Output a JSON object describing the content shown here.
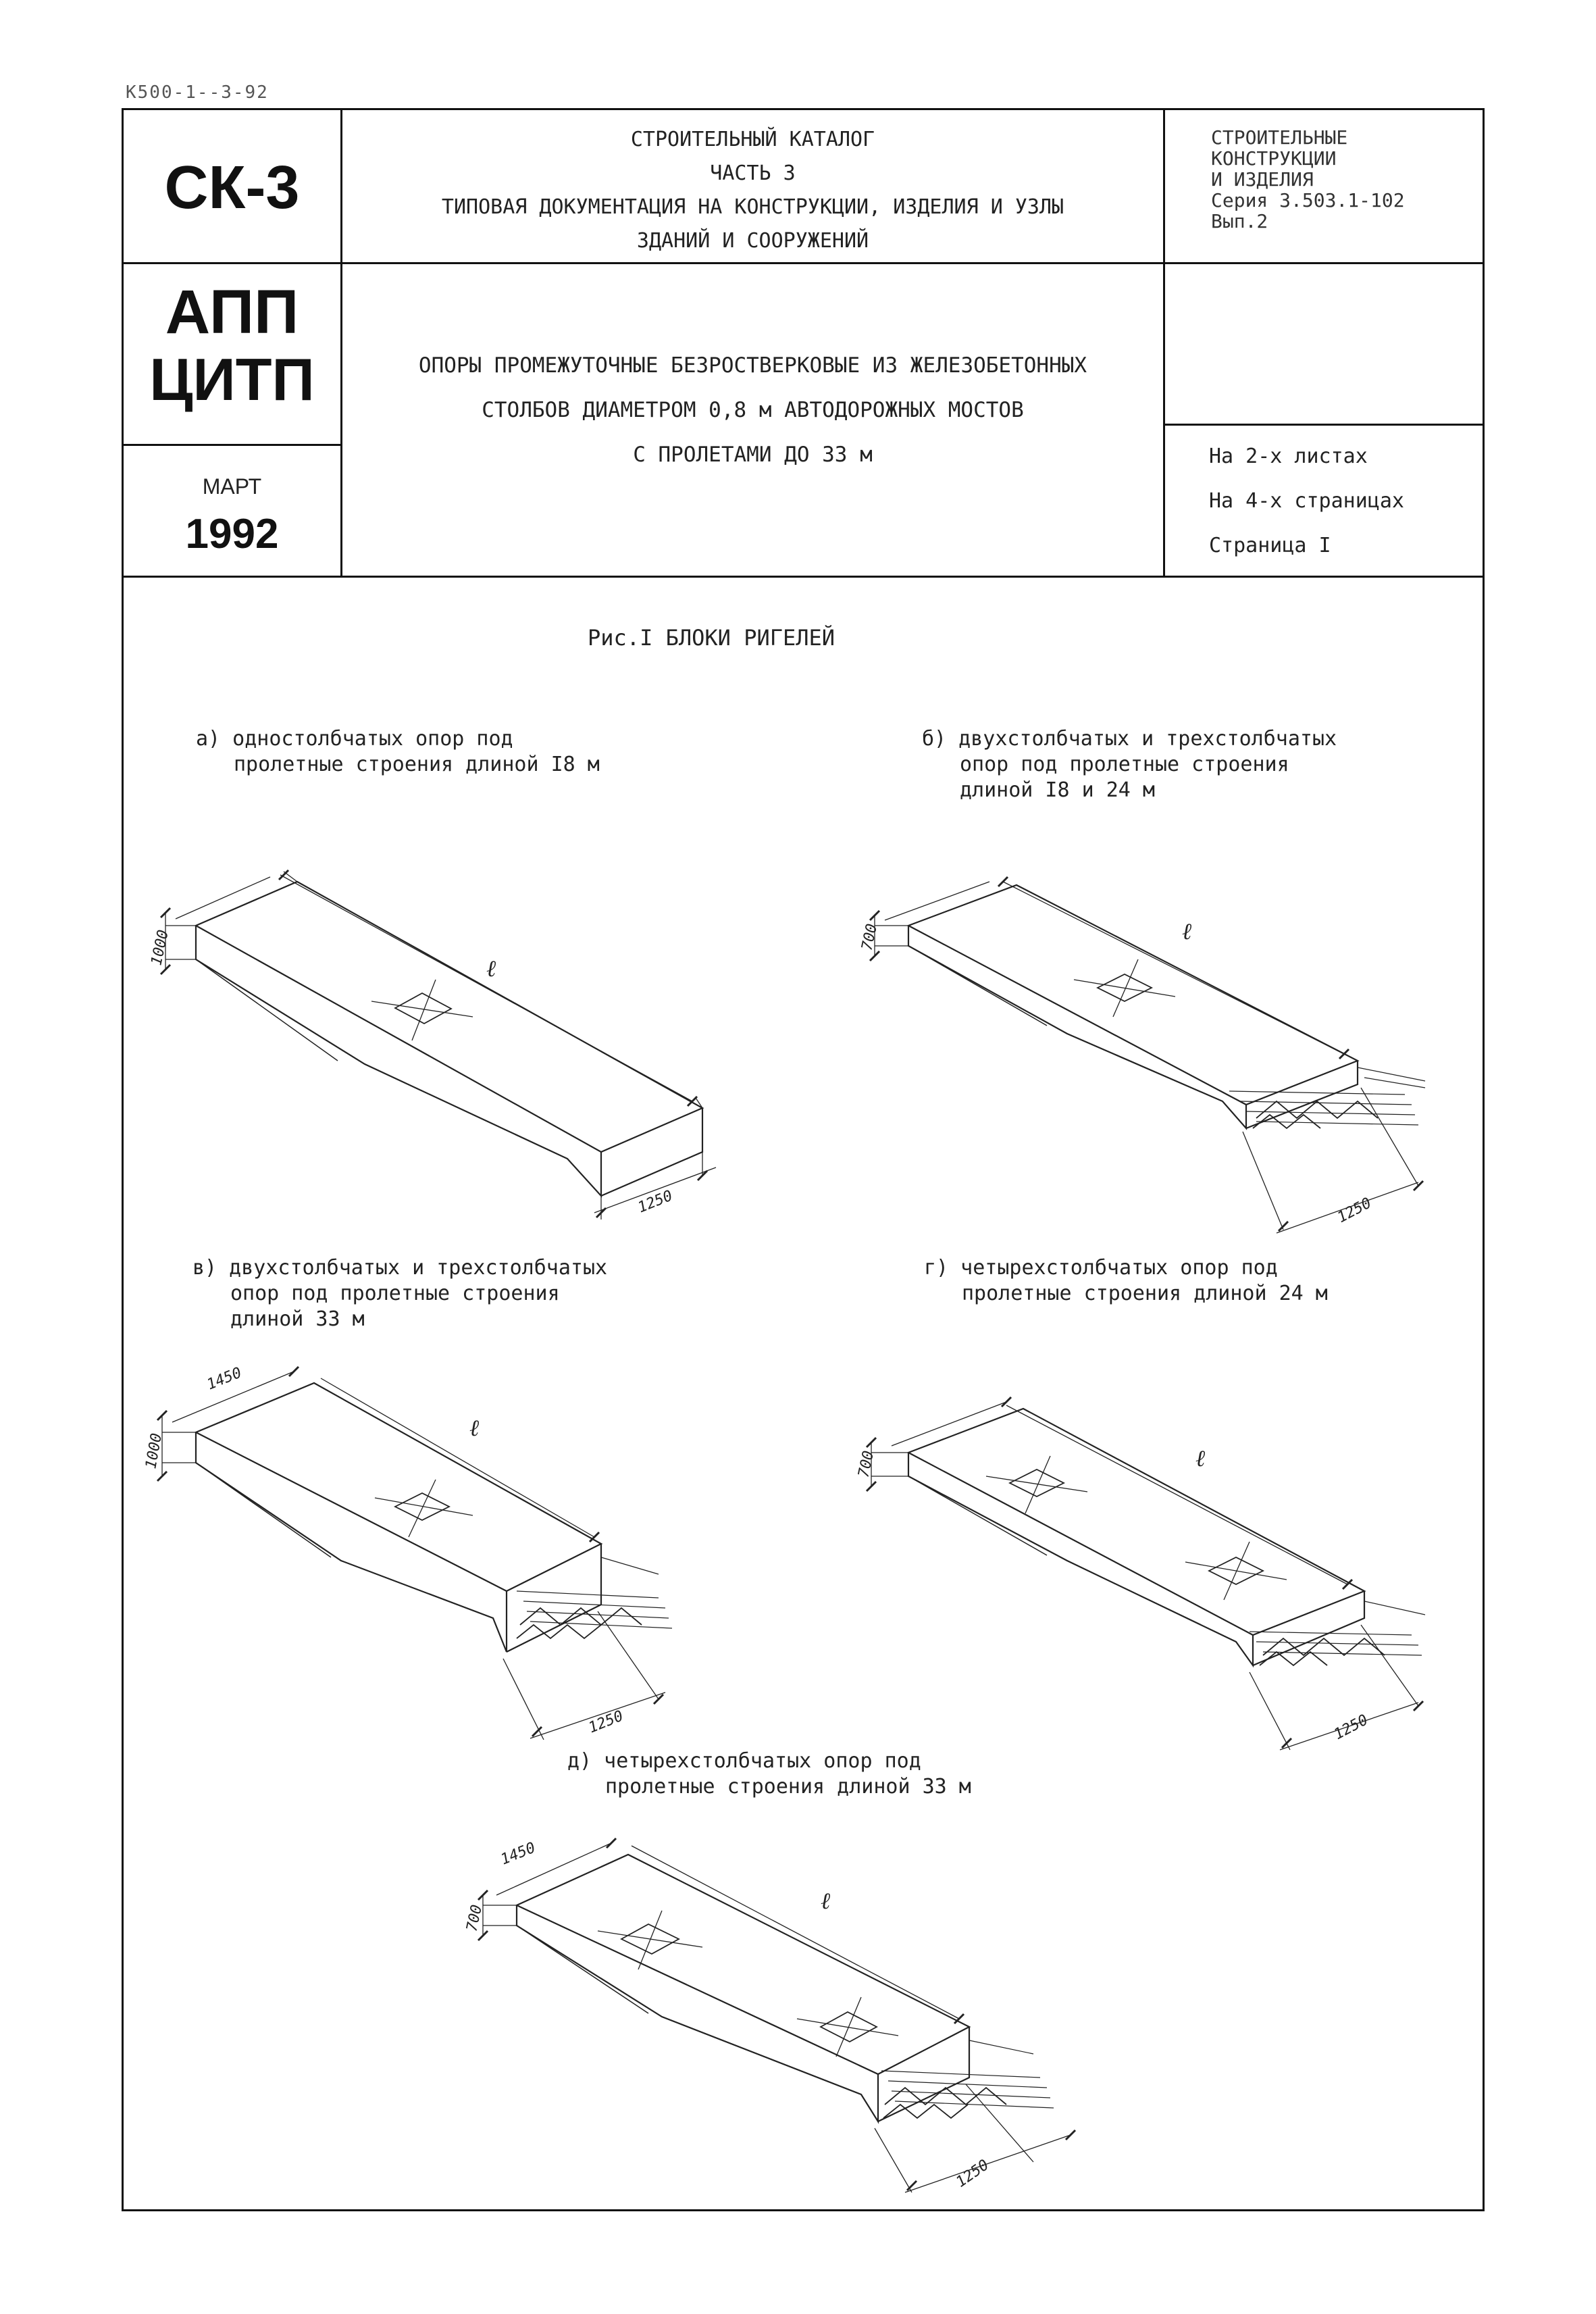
{
  "doc_code": "К500-1--3-92",
  "left": {
    "sk": "СК-3",
    "app": "АПП",
    "citp": "ЦИТП",
    "month": "МАРТ",
    "year": "1992"
  },
  "header": {
    "catalog_lines": [
      "СТРОИТЕЛЬНЫЙ КАТАЛОГ",
      "ЧАСТЬ 3",
      "ТИПОВАЯ ДОКУМЕНТАЦИЯ НА КОНСТРУКЦИИ, ИЗДЕЛИЯ И УЗЛЫ",
      "ЗДАНИЙ И СООРУЖЕНИЙ"
    ],
    "series_lines": [
      "СТРОИТЕЛЬНЫЕ",
      "КОНСТРУКЦИИ",
      "И ИЗДЕЛИЯ",
      "Серия 3.503.1-102",
      "Вып.2"
    ],
    "title_lines": [
      "ОПОРЫ ПРОМЕЖУТОЧНЫЕ БЕЗРОСТВЕРКОВЫЕ ИЗ ЖЕЛЕЗОБЕТОННЫХ",
      "СТОЛБОВ ДИАМЕТРОМ 0,8 м АВТОДОРОЖНЫХ МОСТОВ",
      "С ПРОЛЕТАМИ ДО 33 м"
    ],
    "sheets": "На 2-х листах",
    "pages": "На 4-х страницах",
    "page": "Страница I"
  },
  "figure_title": "Рис.I БЛОКИ РИГЕЛЕЙ",
  "figures": [
    {
      "caption": [
        "а) одностолбчатых опор под",
        "пролетные строения длиной I8 м"
      ],
      "height_dim": "1000",
      "width_dim": "1250",
      "length_label": "ℓ"
    },
    {
      "caption": [
        "б) двухстолбчатых и трехстолбчатых",
        "опор под пролетные строения",
        "длиной I8 и 24 м"
      ],
      "height_dim": "700",
      "width_dim": "1250",
      "length_label": "ℓ"
    },
    {
      "caption": [
        "в) двухстолбчатых и трехстолбчатых",
        "опор под пролетные строения",
        "длиной 33 м"
      ],
      "height_dim": "1000",
      "top_dim": "1450",
      "width_dim": "1250",
      "length_label": "ℓ"
    },
    {
      "caption": [
        "г) четырехстолбчатых опор под",
        "пролетные строения длиной 24 м"
      ],
      "height_dim": "700",
      "width_dim": "1250",
      "length_label": "ℓ"
    },
    {
      "caption": [
        "д) четырехстолбчатых опор под",
        "пролетные строения длиной 33 м"
      ],
      "height_dim": "700",
      "top_dim": "1450",
      "width_dim": "1250",
      "length_label": "ℓ"
    }
  ]
}
